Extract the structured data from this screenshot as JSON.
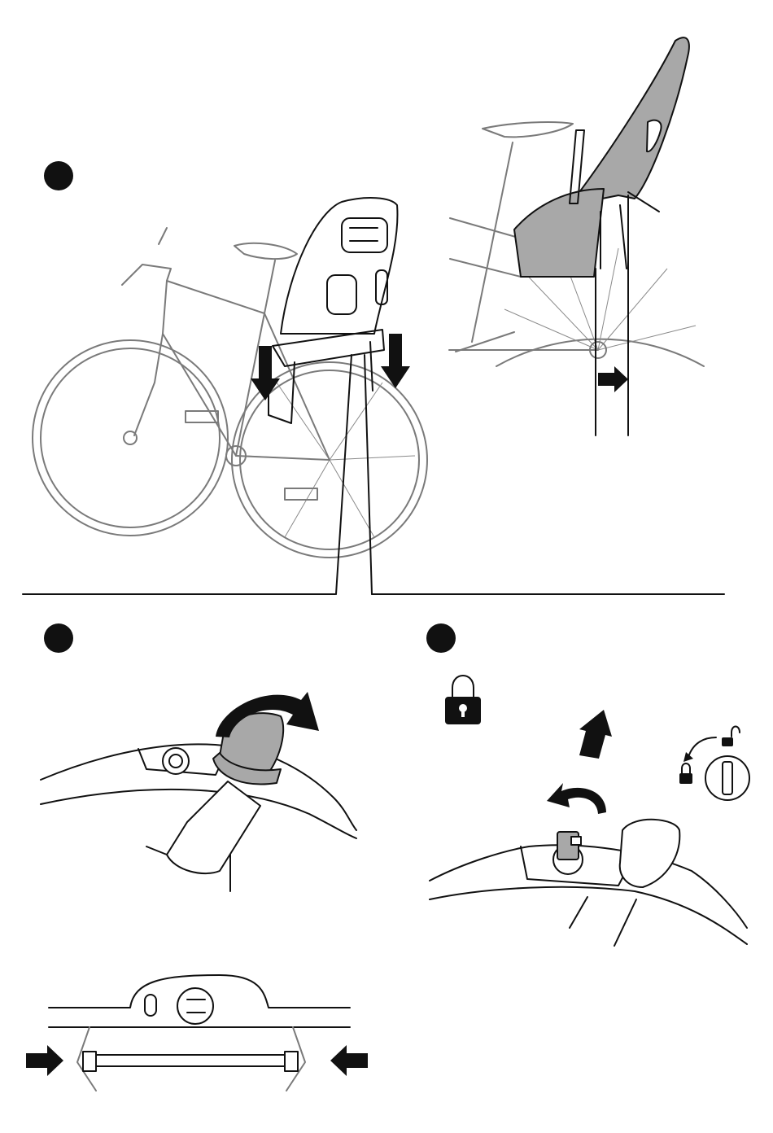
{
  "colors": {
    "ink": "#111111",
    "bike_line": "#7a7a7a",
    "part_gray": "#a8a8a8",
    "background": "#ffffff"
  },
  "panels": [
    {
      "id": "mounting-overview",
      "step_marker": "filled-circle",
      "icons": [
        "down-arrow-icon",
        "down-arrow-icon",
        "right-arrow-icon"
      ]
    },
    {
      "id": "tighten-knob",
      "step_marker": "filled-circle",
      "icons": [
        "rotate-clockwise-icon",
        "right-arrow-icon",
        "left-arrow-icon"
      ]
    },
    {
      "id": "lock-key",
      "step_marker": "filled-circle",
      "icons": [
        "padlock-closed-icon",
        "padlock-open-icon",
        "rotate-counterclockwise-icon",
        "up-arrow-icon"
      ]
    }
  ]
}
